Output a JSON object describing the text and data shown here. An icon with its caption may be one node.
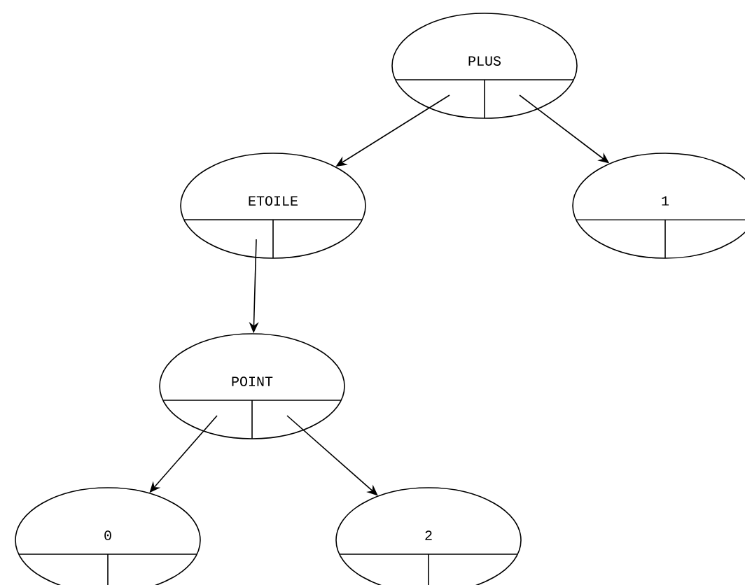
{
  "diagram": {
    "nodes": [
      {
        "text": [
          "PLUS"
        ]
      },
      {
        "text": [
          "ETOILE"
        ]
      },
      {
        "text": [
          "1"
        ]
      },
      {
        "text": [
          "POINT"
        ]
      },
      {
        "text": [
          "0"
        ]
      },
      {
        "text": [
          "2"
        ]
      }
    ],
    "edges": [
      {
        "from": 0,
        "to": 1,
        "arrow": "to"
      },
      {
        "from": 0,
        "to": 2,
        "arrow": "to"
      },
      {
        "from": 1,
        "to": 3,
        "arrow": "to"
      },
      {
        "from": 3,
        "to": 4,
        "arrow": "to"
      },
      {
        "from": 3,
        "to": 5,
        "arrow": "to"
      }
    ]
  }
}
